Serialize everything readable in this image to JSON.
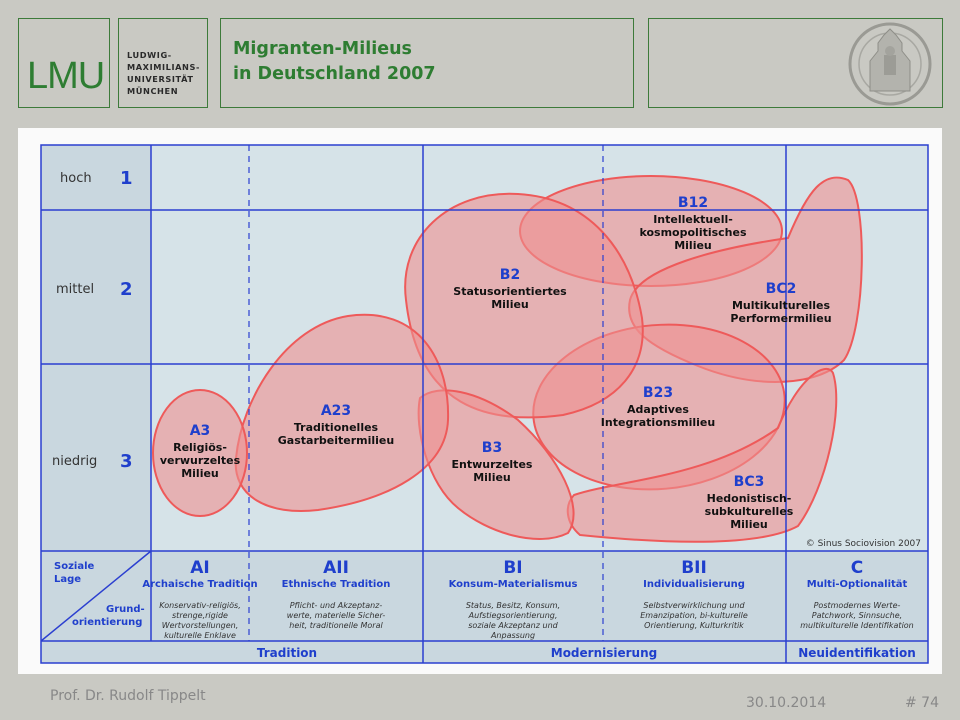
{
  "header": {
    "logo_text": "LMU",
    "university_lines": [
      "LUDWIG-",
      "MAXIMILIANS-",
      "UNIVERSITÄT",
      "MÜNCHEN"
    ],
    "title_line1": "Migranten-Milieus",
    "title_line2": "in Deutschland 2007"
  },
  "rows": [
    {
      "label": "hoch",
      "num": "1"
    },
    {
      "label": "mittel",
      "num": "2"
    },
    {
      "label": "niedrig",
      "num": "3"
    }
  ],
  "corner": {
    "soziale": "Soziale",
    "lage": "Lage",
    "grund": "Grund-",
    "orientierung": "orientierung"
  },
  "columns": [
    {
      "code": "AI",
      "name": "Archaische Tradition",
      "desc": [
        "Konservativ-religiös,",
        "strenge,rigide",
        "Wertvorstellungen,",
        "kulturelle Enklave"
      ]
    },
    {
      "code": "AII",
      "name": "Ethnische Tradition",
      "desc": [
        "Pflicht- und Akzeptanz-",
        "werte, materielle Sicher-",
        "heit, traditionelle Moral"
      ]
    },
    {
      "code": "BI",
      "name": "Konsum-Materialismus",
      "desc": [
        "Status, Besitz, Konsum,",
        "Aufstiegsorientierung,",
        "soziale Akzeptanz und",
        "Anpassung"
      ]
    },
    {
      "code": "BII",
      "name": "Individualisierung",
      "desc": [
        "Selbstverwirklichung und",
        "Emanzipation, bi-kulturelle",
        "Orientierung, Kulturkritik"
      ]
    },
    {
      "code": "C",
      "name": "Multi-Optionalität",
      "desc": [
        "Postmodernes Werte-",
        "Patchwork, Sinnsuche,",
        "multikulturelle Identifikation"
      ]
    }
  ],
  "bottom": [
    "Tradition",
    "Modernisierung",
    "Neuidentifikation"
  ],
  "milieus": [
    {
      "code": "A3",
      "lines": [
        "Religiös-",
        "verwurzeltes",
        "Milieu"
      ]
    },
    {
      "code": "A23",
      "lines": [
        "Traditionelles",
        "Gastarbeitermilieu"
      ]
    },
    {
      "code": "B2",
      "lines": [
        "Statusorientiertes",
        "Milieu"
      ]
    },
    {
      "code": "B3",
      "lines": [
        "Entwurzeltes",
        "Milieu"
      ]
    },
    {
      "code": "B12",
      "lines": [
        "Intellektuell-",
        "kosmopolitisches",
        "Milieu"
      ]
    },
    {
      "code": "BC2",
      "lines": [
        "Multikulturelles",
        "Performermilieu"
      ]
    },
    {
      "code": "B23",
      "lines": [
        "Adaptives",
        "Integrationsmilieu"
      ]
    },
    {
      "code": "BC3",
      "lines": [
        "Hedonistisch-",
        "subkulturelles",
        "Milieu"
      ]
    }
  ],
  "copyright": "© Sinus Sociovision 2007",
  "footer": {
    "author": "Prof. Dr. Rudolf Tippelt",
    "date": "30.10.2014",
    "page": "# 74"
  },
  "colors": {
    "green": "#2e7d32",
    "blue": "#1f3fcc",
    "blob_fill": "#ef8f8f",
    "blob_stroke": "#ee5a5a",
    "cell_bg": "#d6e3e8"
  }
}
